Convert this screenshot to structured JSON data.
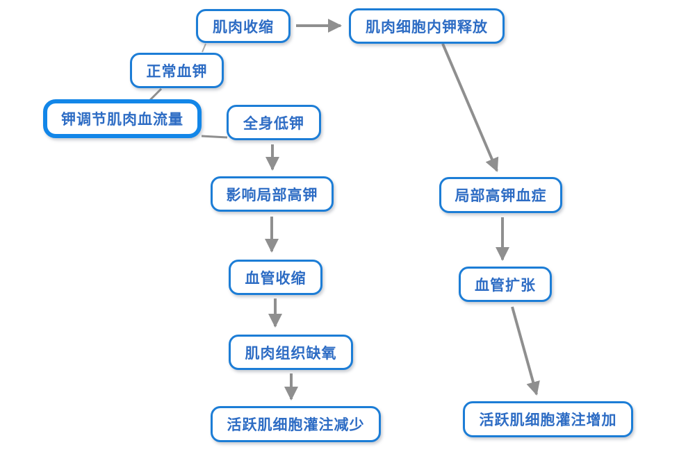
{
  "diagram": {
    "type": "flowchart",
    "language": "zh",
    "nodes": {
      "muscle_contraction": {
        "label": "肌肉收缩"
      },
      "potassium_release": {
        "label": "肌肉细胞内钾释放"
      },
      "normal_blood_potassium": {
        "label": "正常血钾"
      },
      "potassium_regulates_flow": {
        "label": "钾调节肌肉血流量",
        "emphasized": true
      },
      "systemic_low_potassium": {
        "label": "全身低钾"
      },
      "local_high_potassium_effect": {
        "label": "影响局部高钾"
      },
      "local_hyperkalemia": {
        "label": "局部高钾血症"
      },
      "vasoconstriction": {
        "label": "血管收缩"
      },
      "vasodilation": {
        "label": "血管扩张"
      },
      "muscle_tissue_hypoxia": {
        "label": "肌肉组织缺氧"
      },
      "active_muscle_perfusion_decrease": {
        "label": "活跃肌细胞灌注减少"
      },
      "active_muscle_perfusion_increase": {
        "label": "活跃肌细胞灌注增加"
      }
    },
    "edges": [
      {
        "from": "muscle_contraction",
        "to": "potassium_release",
        "type": "arrow"
      },
      {
        "from": "muscle_contraction",
        "to": "normal_blood_potassium",
        "type": "line"
      },
      {
        "from": "normal_blood_potassium",
        "to": "potassium_regulates_flow",
        "type": "line"
      },
      {
        "from": "potassium_regulates_flow",
        "to": "systemic_low_potassium",
        "type": "line"
      },
      {
        "from": "systemic_low_potassium",
        "to": "local_high_potassium_effect",
        "type": "arrow"
      },
      {
        "from": "local_high_potassium_effect",
        "to": "vasoconstriction",
        "type": "arrow"
      },
      {
        "from": "vasoconstriction",
        "to": "muscle_tissue_hypoxia",
        "type": "arrow"
      },
      {
        "from": "muscle_tissue_hypoxia",
        "to": "active_muscle_perfusion_decrease",
        "type": "arrow"
      },
      {
        "from": "potassium_release",
        "to": "local_hyperkalemia",
        "type": "arrow"
      },
      {
        "from": "local_hyperkalemia",
        "to": "vasodilation",
        "type": "arrow"
      },
      {
        "from": "vasodilation",
        "to": "active_muscle_perfusion_increase",
        "type": "arrow"
      }
    ],
    "colors": {
      "background": "#ffffff",
      "node_border": "#1c7dd6",
      "node_border_emphasized": "#1286e8",
      "node_fill": "#ffffff",
      "node_text": "#2d6cc4",
      "arrow": "#8f8f8f"
    }
  }
}
